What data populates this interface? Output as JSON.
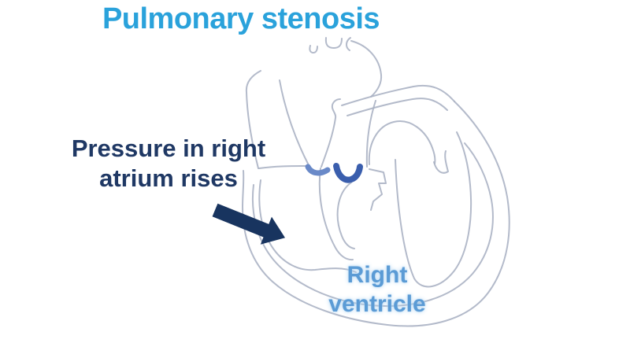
{
  "background_color": "#ffffff",
  "title": {
    "text": "Pulmonary stenosis",
    "color": "#2aa2db"
  },
  "labels": {
    "pressure": {
      "line1": "Pressure in right",
      "line2": "atrium rises",
      "color": "#1f3864"
    },
    "right_ventricle": {
      "line1": "Right",
      "line2": "ventricle",
      "color": "#5b9bd5"
    }
  },
  "figure": {
    "name": "heart-outline-sketch",
    "outline_color": "#a8b0c3",
    "arrow": {
      "meaning": "pressure-rise-pointing-into-right-atrium",
      "direction": "down-right",
      "color": "#18345f"
    },
    "stenotic_valve": {
      "left_leaflet_color": "#6989c8",
      "right_leaflet_color": "#3a5ead"
    }
  }
}
